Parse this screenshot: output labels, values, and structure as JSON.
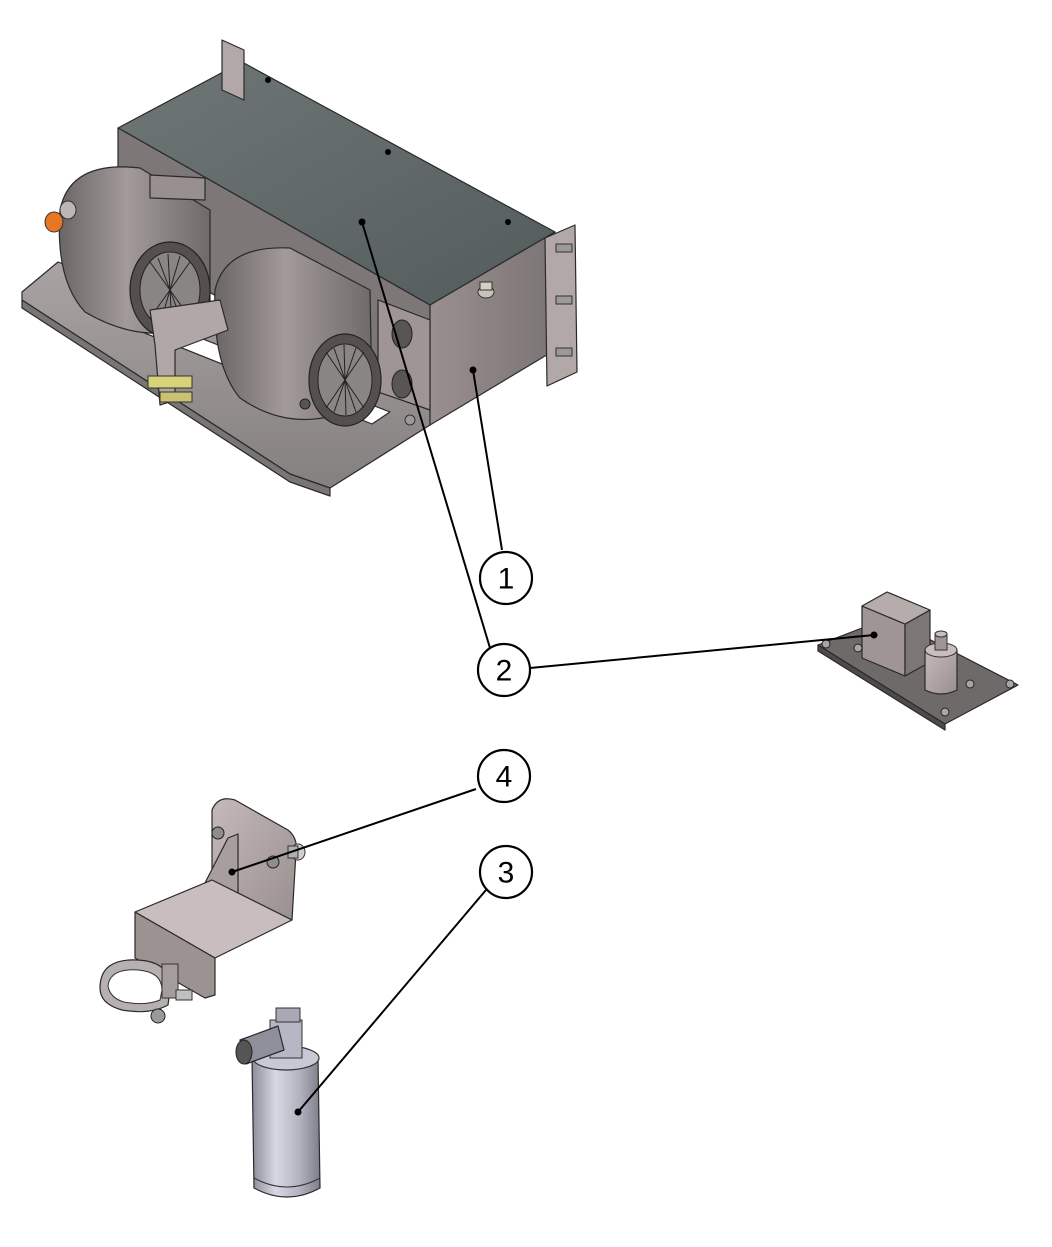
{
  "callouts": [
    {
      "id": "1",
      "label": "1"
    },
    {
      "id": "2",
      "label": "2"
    },
    {
      "id": "3",
      "label": "3"
    },
    {
      "id": "4",
      "label": "4"
    }
  ],
  "colors": {
    "metal_dark": "#5f6a6a",
    "metal_mid": "#8a8585",
    "metal_light": "#b9aeae",
    "cylinder_light": "#c8c8d6",
    "cylinder_dark": "#8d8d99",
    "accent_orange": "#e87722",
    "accent_yellow": "#d8d27a"
  }
}
